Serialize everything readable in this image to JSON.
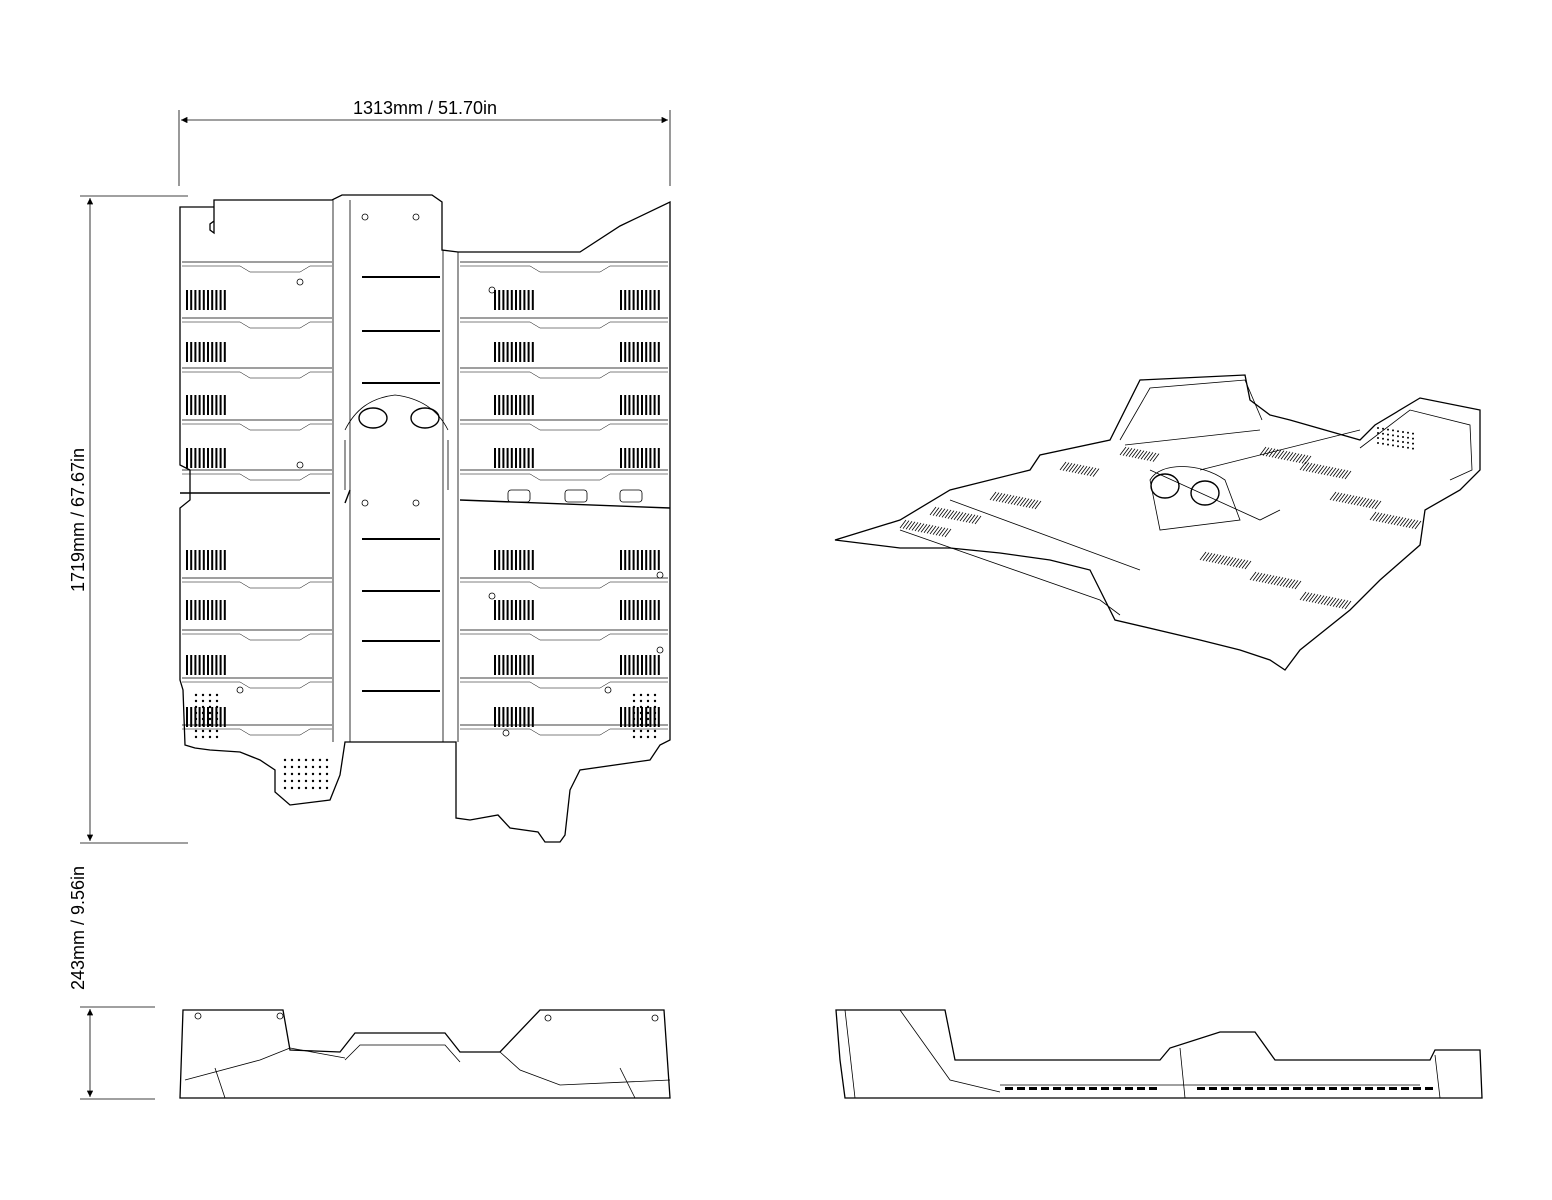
{
  "dimensions": {
    "width_label": "1313mm / 51.70in",
    "length_label": "1719mm / 67.67in",
    "height_label": "243mm / 9.56in"
  },
  "views": [
    "top-view",
    "isometric-view",
    "front-view",
    "side-view"
  ],
  "colors": {
    "line": "#000000",
    "background": "#ffffff"
  }
}
